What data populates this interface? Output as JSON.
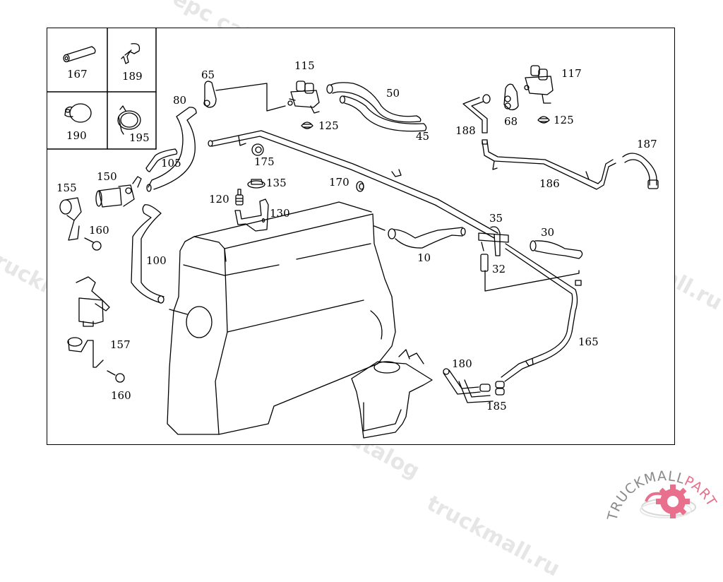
{
  "diagram": {
    "title": "Auxiliary heater coolant circuit — parts diagram",
    "legend_parts": [
      {
        "id": "167",
        "icon": "hose-sleeve-icon"
      },
      {
        "id": "189",
        "icon": "spring-clip-icon"
      },
      {
        "id": "190",
        "icon": "hose-clamp-icon"
      },
      {
        "id": "195",
        "icon": "band-clamp-icon"
      }
    ],
    "callouts": [
      {
        "id": "65"
      },
      {
        "id": "80"
      },
      {
        "id": "115"
      },
      {
        "id": "50"
      },
      {
        "id": "45"
      },
      {
        "id": "125a",
        "label": "125"
      },
      {
        "id": "105"
      },
      {
        "id": "175"
      },
      {
        "id": "135"
      },
      {
        "id": "120"
      },
      {
        "id": "130"
      },
      {
        "id": "170"
      },
      {
        "id": "150"
      },
      {
        "id": "155"
      },
      {
        "id": "160a",
        "label": "160"
      },
      {
        "id": "100"
      },
      {
        "id": "157"
      },
      {
        "id": "160b",
        "label": "160"
      },
      {
        "id": "117"
      },
      {
        "id": "68"
      },
      {
        "id": "125b",
        "label": "125"
      },
      {
        "id": "188"
      },
      {
        "id": "187"
      },
      {
        "id": "186"
      },
      {
        "id": "35"
      },
      {
        "id": "30"
      },
      {
        "id": "10"
      },
      {
        "id": "32"
      },
      {
        "id": "165"
      },
      {
        "id": "180"
      },
      {
        "id": "185"
      }
    ]
  },
  "labels": {
    "p167": "167",
    "p189": "189",
    "p190": "190",
    "p195": "195",
    "p65": "65",
    "p80": "80",
    "p115": "115",
    "p50": "50",
    "p45": "45",
    "p125a": "125",
    "p105": "105",
    "p175": "175",
    "p135": "135",
    "p120": "120",
    "p130": "130",
    "p170": "170",
    "p150": "150",
    "p155": "155",
    "p160a": "160",
    "p100": "100",
    "p157": "157",
    "p160b": "160",
    "p117": "117",
    "p68": "68",
    "p125b": "125",
    "p188": "188",
    "p187": "187",
    "p186": "186",
    "p35": "35",
    "p30": "30",
    "p10": "10",
    "p32": "32",
    "p165": "165",
    "p180": "180",
    "p185": "185"
  },
  "watermark": {
    "text1": "truckmall.ru epc catalog",
    "text2": "epc catalog",
    "text3": "truckmall.ru",
    "color": "#e6e6e6"
  },
  "logo": {
    "word1": "TRUCKMALL",
    "word2": "PARTS",
    "word1_color": "#8a8a8a",
    "word2_color": "#e8708c",
    "gear_color": "#e8708c"
  }
}
